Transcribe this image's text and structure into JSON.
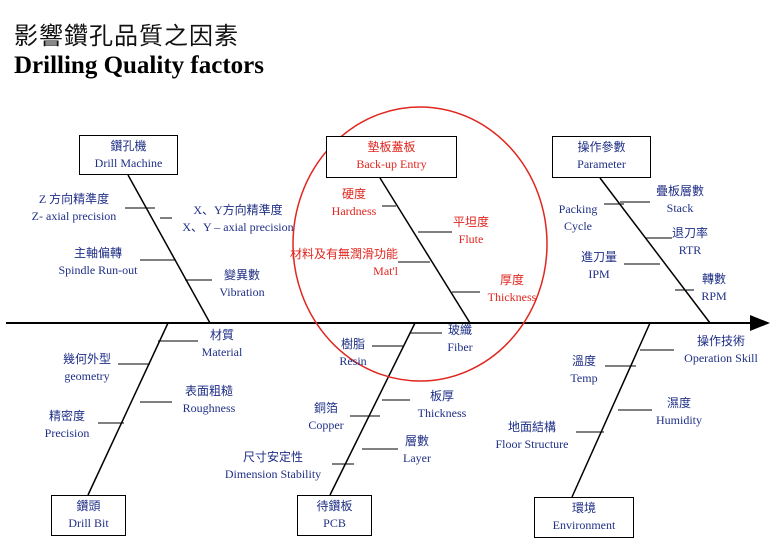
{
  "title": {
    "chinese": "影響鑽孔品質之因素",
    "english": "Drilling Quality factors"
  },
  "colors": {
    "text_blue": "#1f2f86",
    "highlight_red": "#e0261f",
    "line_black": "#000000"
  },
  "categories": {
    "drill_machine": {
      "cn": "鑽孔機",
      "en": "Drill Machine"
    },
    "backup_entry": {
      "cn": "墊板蓋板",
      "en": "Back-up Entry"
    },
    "parameter": {
      "cn": "操作參數",
      "en": "Parameter"
    },
    "drill_bit": {
      "cn": "鑽頭",
      "en": "Drill Bit"
    },
    "pcb": {
      "cn": "待鑽板",
      "en": "PCB"
    },
    "environment": {
      "cn": "環境",
      "en": "Environment"
    }
  },
  "factors": {
    "z_precision": {
      "cn": "Z 方向精準度",
      "en": "Z- axial precision"
    },
    "xy_precision": {
      "cn": "X、Y方向精準度",
      "en": "X、Y – axial precision"
    },
    "spindle": {
      "cn": "主軸偏轉",
      "en": "Spindle Run-out"
    },
    "vibration": {
      "cn": "變異數",
      "en": "Vibration"
    },
    "hardness": {
      "cn": "硬度",
      "en": "Hardness"
    },
    "flute": {
      "cn": "平坦度",
      "en": "Flute"
    },
    "material_lub": {
      "cn": "材料及有無潤滑功能",
      "en": "Mat'l"
    },
    "thickness_top": {
      "cn": "厚度",
      "en": "Thickness"
    },
    "packing": {
      "cn": "Packing",
      "en": "Cycle"
    },
    "stack": {
      "cn": "疊板層數",
      "en": "Stack"
    },
    "rtr": {
      "cn": "退刀率",
      "en": "RTR"
    },
    "ipm": {
      "cn": "進刀量",
      "en": "IPM"
    },
    "rpm": {
      "cn": "轉數",
      "en": "RPM"
    },
    "geometry": {
      "cn": "幾何外型",
      "en": "geometry"
    },
    "material": {
      "cn": "材質",
      "en": "Material"
    },
    "roughness": {
      "cn": "表面粗糙",
      "en": "Roughness"
    },
    "precision": {
      "cn": "精密度",
      "en": "Precision"
    },
    "resin": {
      "cn": "樹脂",
      "en": "Resin"
    },
    "fiber": {
      "cn": "玻纖",
      "en": "Fiber"
    },
    "copper": {
      "cn": "銅箔",
      "en": "Copper"
    },
    "board_thickness": {
      "cn": "板厚",
      "en": "Thickness"
    },
    "dimension": {
      "cn": "尺寸安定性",
      "en": "Dimension Stability"
    },
    "layer": {
      "cn": "層數",
      "en": "Layer"
    },
    "operation": {
      "cn": "操作技術",
      "en": "Operation Skill"
    },
    "temp": {
      "cn": "溫度",
      "en": "Temp"
    },
    "humidity": {
      "cn": "濕度",
      "en": "Humidity"
    },
    "floor": {
      "cn": "地面結構",
      "en": "Floor Structure"
    }
  }
}
